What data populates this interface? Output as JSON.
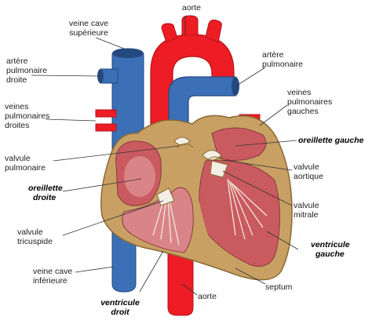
{
  "colors": {
    "vein_blue": "#3b6fb6",
    "artery_red": "#ee1c25",
    "wall_tan": "#c8a064",
    "chamber_pink": "#d98588",
    "muscle_pink": "#c95b60",
    "valve_white": "#f4efe4"
  },
  "labels": {
    "aorte_top": "aorte",
    "veine_cave_sup": [
      "veine cave",
      "supérieure"
    ],
    "artere_pulm_droite": [
      "artère",
      "pulmonaire",
      "droite"
    ],
    "artere_pulm": [
      "artère",
      "pulmonaire"
    ],
    "veines_pulm_droites": [
      "veines",
      "pulmonaires",
      "droites"
    ],
    "veines_pulm_gauches": [
      "veines",
      "pulmonaires",
      "gauches"
    ],
    "oreillette_gauche": "oreillette gauche",
    "valvule_pulm": [
      "valvule",
      "pulmonaire"
    ],
    "valvule_aortique": [
      "valvule",
      "aortique"
    ],
    "oreillette_droite": [
      "oreillette",
      "droite"
    ],
    "valvule_mitrale": [
      "valvule",
      "mitrale"
    ],
    "valvule_tricuspide": [
      "valvule",
      "tricuspide"
    ],
    "ventricule_gauche": [
      "ventricule",
      "gauche"
    ],
    "veine_cave_inf": [
      "veine cave",
      "inférieure"
    ],
    "septum": "septum",
    "aorte_bottom": "aorte",
    "ventricule_droit": [
      "ventricule",
      "droit"
    ]
  }
}
